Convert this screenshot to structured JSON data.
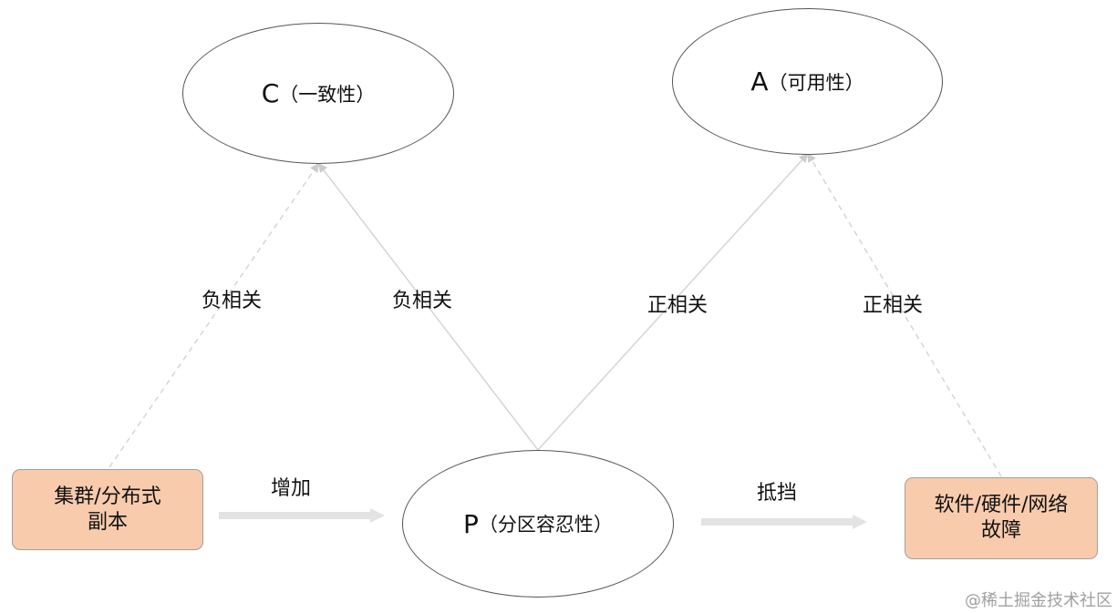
{
  "nodes": {
    "c": {
      "letter": "C",
      "text": "（一致性）"
    },
    "a": {
      "letter": "A",
      "text": "（可用性）"
    },
    "p": {
      "letter": "P",
      "text": "（分区容忍性）"
    },
    "replica": {
      "line1": "集群/分布式",
      "line2": "副本"
    },
    "failure": {
      "line1": "软件/硬件/网络",
      "line2": "故障"
    }
  },
  "edges": {
    "replica_to_c": "负相关",
    "p_to_c": "负相关",
    "p_to_a": "正相关",
    "failure_to_a": "正相关",
    "replica_to_p": "增加",
    "p_to_failure": "抵挡"
  },
  "colors": {
    "box_fill": "#f8cbad",
    "line": "#d0d0d0",
    "arrow": "#dcdcdc"
  },
  "watermark": "@稀土掘金技术社区"
}
